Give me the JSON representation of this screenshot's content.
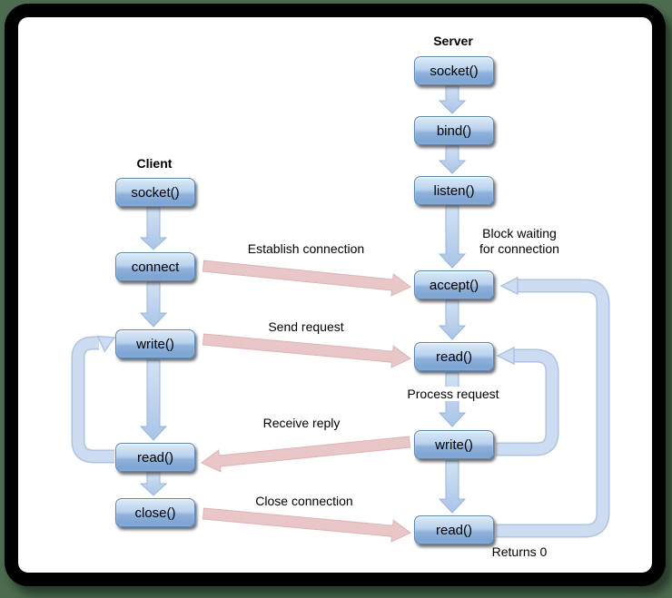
{
  "client": {
    "title": "Client",
    "nodes": [
      "socket()",
      "connect",
      "write()",
      "read()",
      "close()"
    ]
  },
  "server": {
    "title": "Server",
    "nodes": [
      "socket()",
      "bind()",
      "listen()",
      "accept()",
      "read()",
      "write()",
      "read()"
    ]
  },
  "messages": {
    "establish": "Establish connection",
    "send": "Send request",
    "receive": "Receive reply",
    "close": "Close connection"
  },
  "annotations": {
    "block_waiting": "Block waiting\nfor connection",
    "process_request": "Process request",
    "returns_zero": "Returns 0"
  },
  "colors": {
    "background": "#4d6b4f",
    "slide": "#ffffff",
    "frame": "#000000",
    "node_gradient_top": "#dcebf8",
    "node_gradient_bottom": "#7da5d3",
    "node_border": "#5d85b2",
    "flow_arrow_fill_top": "#d3e2f4",
    "flow_arrow_fill_bottom": "#a9c4e7",
    "flow_arrow_border": "#9ab4d8",
    "loop_arrow_fill": "#cddcf1",
    "loop_arrow_border": "#adc3e2",
    "message_arrow_fill": "#e9c6c8",
    "message_arrow_border": "#dcb4b6"
  }
}
